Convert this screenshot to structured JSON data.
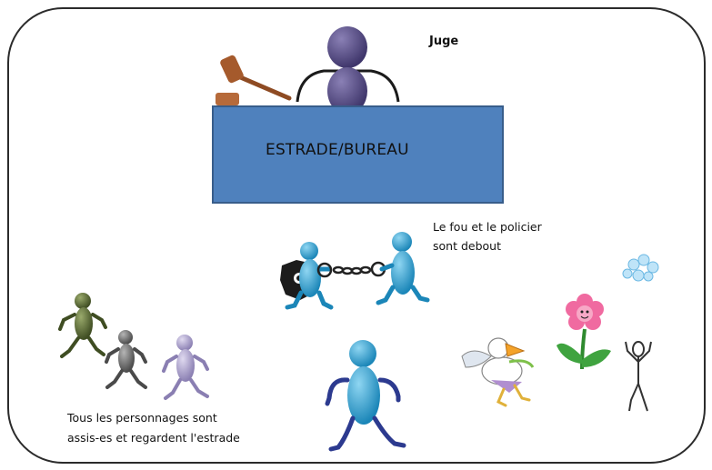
{
  "labels": {
    "judge": "Juge",
    "desk": "ESTRADE/BUREAU",
    "standing_note_line1": "Le fou et le policier",
    "standing_note_line2": "sont debout",
    "seated_note_line1": "Tous les personnages sont",
    "seated_note_line2": "assis-es et regardent l'estrade"
  },
  "icons": [
    "gavel-icon",
    "police-badge-icon",
    "handcuffs-icon",
    "bubbles-icon",
    "flower-icon",
    "duck-icon",
    "stick-figure-icon"
  ],
  "colors": {
    "desk_fill": "#4f81bd",
    "desk_stroke": "#385d8a",
    "judge": "#5b5187",
    "figure_blue": "#3aa8d8",
    "figure_olive": "#5d6e3a",
    "figure_gray": "#6e6e6e",
    "figure_lavender": "#a89dc8"
  }
}
